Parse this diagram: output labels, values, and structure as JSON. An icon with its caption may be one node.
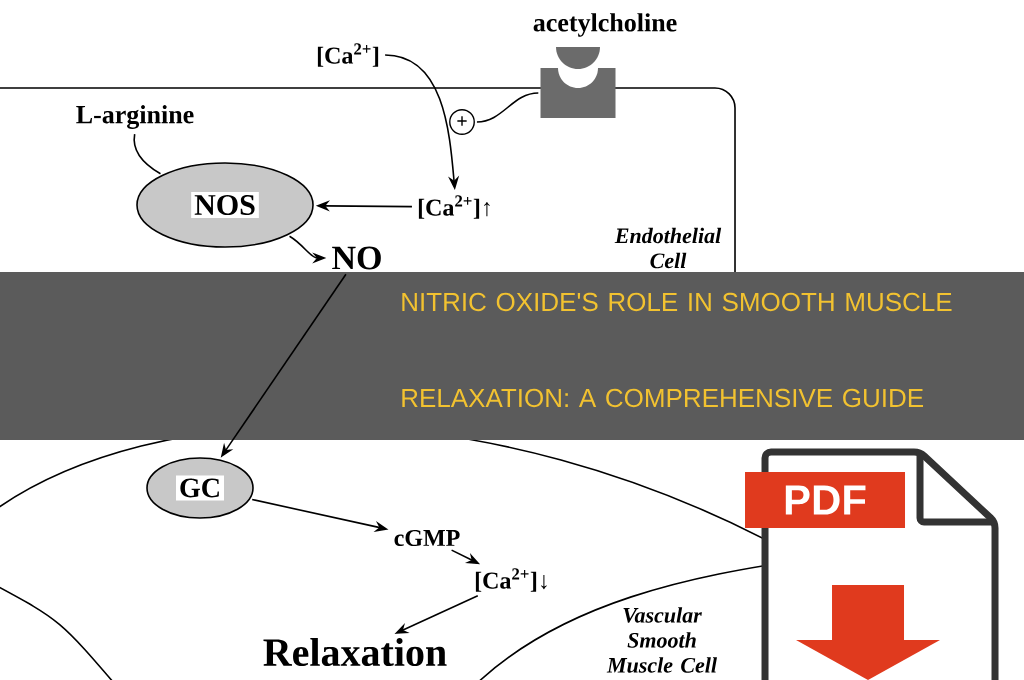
{
  "diagram": {
    "title": "NITRIC OXIDE'S ROLE IN SMOOTH MUSCLE RELAXATION: A COMPREHENSIVE GUIDE",
    "nodes": [
      {
        "text": [
          "Endothelial Cell"
        ]
      },
      {
        "text": [
          "Vascular Smooth Muscle Cell"
        ]
      },
      {
        "text": [
          "acetylcholine"
        ]
      },
      {
        "text": [],
        "shape": "box"
      },
      {
        "text": [
          "+"
        ],
        "in": 0
      },
      {
        "text": [
          "[Ca$^{2+}$]"
        ]
      },
      {
        "text": [
          "L-arginine"
        ],
        "in": 0
      },
      {
        "text": [
          "NOS"
        ],
        "in": 0
      },
      {
        "text": [
          "[Ca$^{2+}$]↑"
        ],
        "in": 0
      },
      {
        "text": [
          "NO"
        ],
        "in": 0
      },
      {
        "text": [
          "GC"
        ],
        "in": 1
      },
      {
        "text": [
          "cGMP"
        ],
        "in": 1
      },
      {
        "text": [
          "[Ca$^{2+}$]↓"
        ],
        "in": 1
      },
      {
        "text": [
          "Relaxation"
        ],
        "in": 1
      }
    ],
    "edges": [
      {
        "from": 3,
        "to": 4,
        "arrow": "none"
      },
      {
        "from": 5,
        "to": 8,
        "arrow": "to"
      },
      {
        "from": 8,
        "to": 7,
        "arrow": "to"
      },
      {
        "from": 6,
        "to": 7,
        "arrow": "none"
      },
      {
        "from": 7,
        "to": 9,
        "arrow": "to"
      },
      {
        "from": 9,
        "to": 10,
        "arrow": "to"
      },
      {
        "from": 10,
        "to": 11,
        "arrow": "to"
      },
      {
        "from": 11,
        "to": 12,
        "arrow": "to"
      },
      {
        "from": 12,
        "to": 13,
        "arrow": "to"
      }
    ],
    "labels": [
      "PDF"
    ]
  }
}
